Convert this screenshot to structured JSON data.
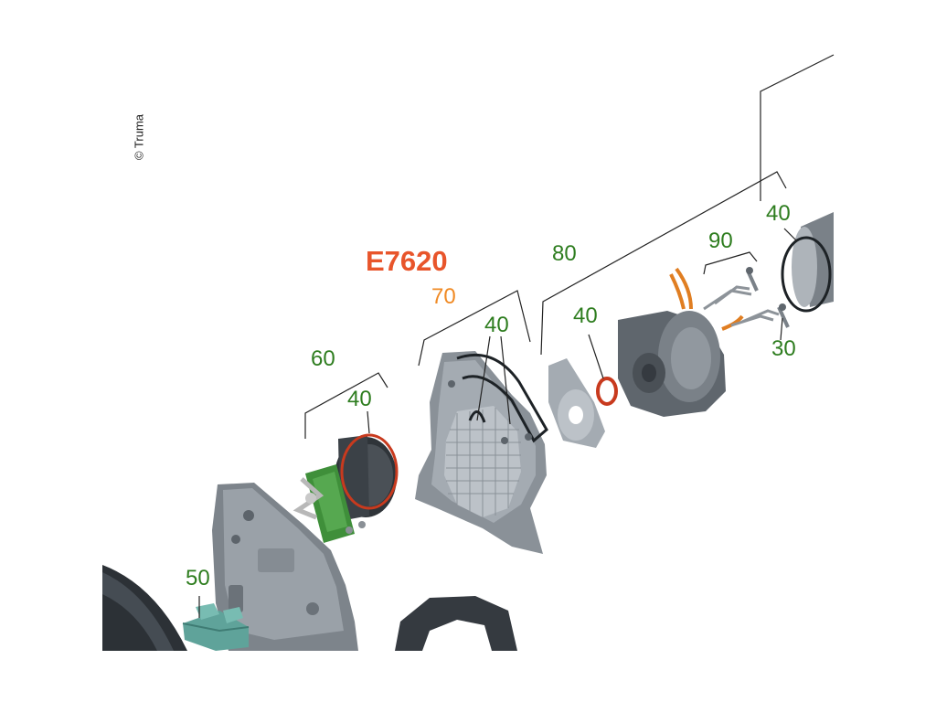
{
  "copyright": "© Truma",
  "model_code": "E7620",
  "colors": {
    "model_code": "#e8552b",
    "assembly_label": "#f08a24",
    "part_labels": "#2e7d1f",
    "seal_ring": "#c83a1e"
  },
  "labels": {
    "fan_housing_assembly": "70",
    "burner_assembly": "80",
    "electrode_set": "90",
    "screws": "30",
    "motor_assembly": "60",
    "igniter": "50",
    "seal_top_right": "40",
    "seal_burner": "40",
    "seal_housing": "40",
    "seal_motor": "40"
  }
}
